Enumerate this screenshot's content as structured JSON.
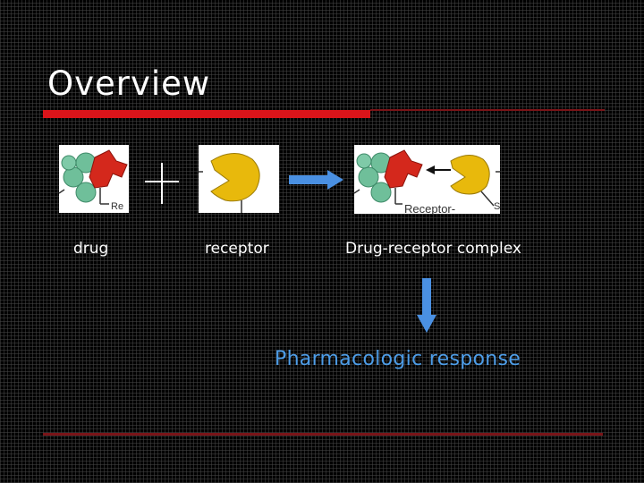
{
  "title": "Overview",
  "labels": {
    "drug": "drug",
    "receptor": "receptor",
    "complex": "Drug-receptor complex",
    "response": "Pharmacologic response"
  },
  "tile_text": {
    "drug_fragment": "Re",
    "complex_fragment": "Receptor-",
    "complex_edge": "S"
  },
  "colors": {
    "accent_red": "#d9141a",
    "arrow_blue": "#4a90e2",
    "response_text": "#4d9de8",
    "drug_red": "#d4281c",
    "sphere_teal": "#6fbf9a",
    "receptor_gold": "#e8b90c"
  },
  "icons": {
    "plus": "plus-icon",
    "right_arrow": "arrow-right-icon",
    "down_arrow": "arrow-down-icon"
  }
}
